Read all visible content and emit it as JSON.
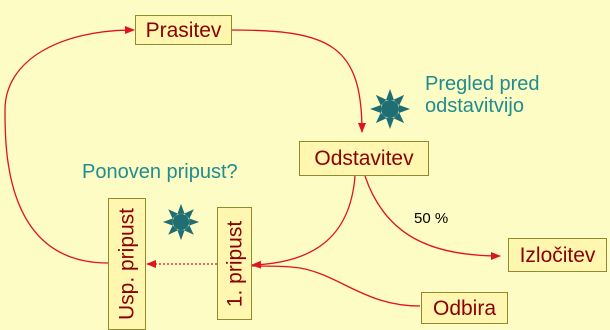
{
  "nodes": {
    "prasitev": "Prasitev",
    "odstavitev": "Odstavitev",
    "izlocitev": "Izločitev",
    "odbira": "Odbira",
    "prvi_pripust": "1. pripust",
    "usp_pripust": "Usp. pripust"
  },
  "annotations": {
    "pregled_line1": "Pregled pred",
    "pregled_line2": "odstavitvijo",
    "ponoven": "Ponoven pripust?",
    "percent": "50 %"
  },
  "colors": {
    "background": "#FDFCC5",
    "box_fill": "#FFF7B0",
    "box_text": "#8B0000",
    "arrow": "#E0141E",
    "annotation_text": "#1F8C8F",
    "sun_icon": "#1F6E74"
  }
}
